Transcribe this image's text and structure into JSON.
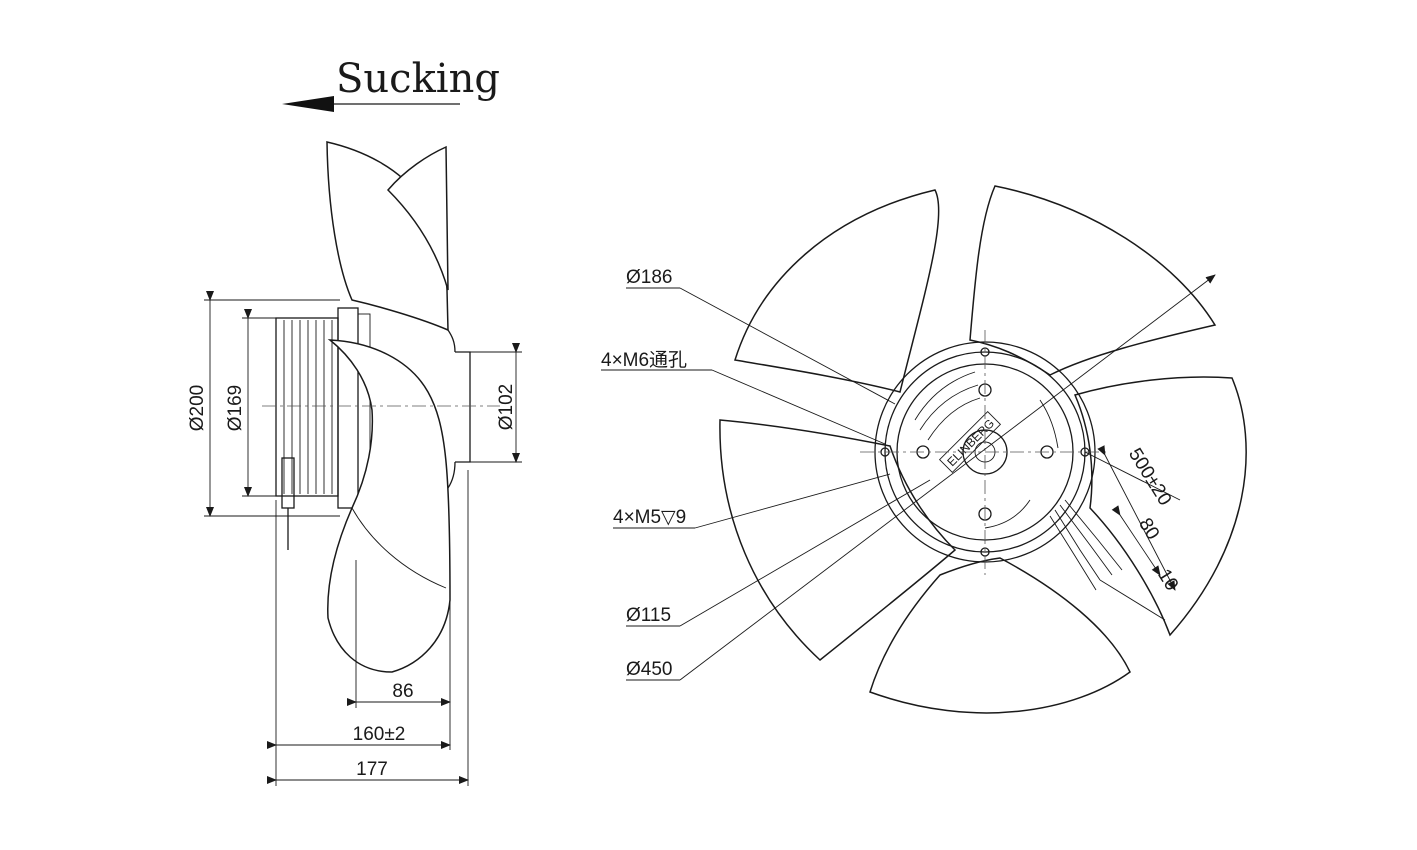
{
  "title": "Sucking",
  "side_view": {
    "dim_height_outer": "Ø200",
    "dim_height_inner": "Ø169",
    "dim_hub": "Ø102",
    "dim_depth_blade": "86",
    "dim_depth_total": "160±2",
    "dim_depth_overall": "177"
  },
  "front_view": {
    "label_mount_circle": "Ø186",
    "label_through_holes": "4×M6通孔",
    "label_threaded_holes": "4×M5▽9",
    "label_hub_diameter": "Ø115",
    "label_fan_diameter": "Ø450",
    "label_cable_length": "500±20",
    "label_strip_length": "80",
    "label_end_length": "10",
    "brand_text": "ELINBERG"
  },
  "line_color": "#1a1a1a"
}
